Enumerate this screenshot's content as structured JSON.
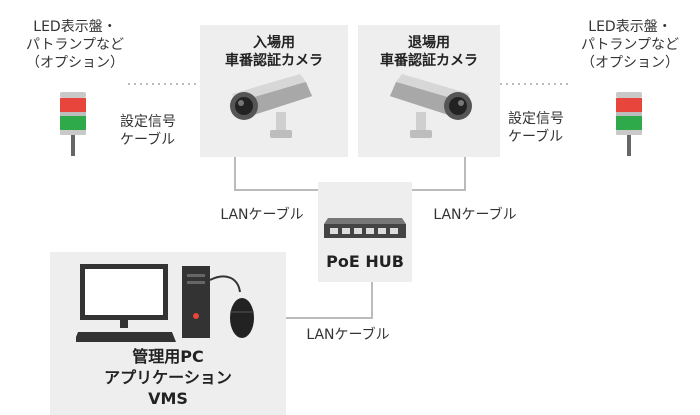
{
  "left_indicator": {
    "line1": "LED表示盤・",
    "line2": "パトランプなど",
    "line3": "（オプション）",
    "cable_label_line1": "設定信号",
    "cable_label_line2": "ケーブル"
  },
  "right_indicator": {
    "line1": "LED表示盤・",
    "line2": "パトランプなど",
    "line3": "（オプション）",
    "cable_label_line1": "設定信号",
    "cable_label_line2": "ケーブル"
  },
  "entry_camera": {
    "title_line1": "入場用",
    "title_line2": "車番認証カメラ"
  },
  "exit_camera": {
    "title_line1": "退場用",
    "title_line2": "車番認証カメラ"
  },
  "hub": {
    "label": "PoE HUB"
  },
  "lan_left": "LANケーブル",
  "lan_right": "LANケーブル",
  "lan_pc": "LANケーブル",
  "pc": {
    "line1": "管理用PC",
    "line2": "アプリケーション",
    "line3": "VMS"
  },
  "colors": {
    "panel": "#eeeeee",
    "line": "#bbbbbb",
    "lamp_red": "#e8463c",
    "lamp_green": "#2eaa4a",
    "device_dark": "#333333"
  }
}
